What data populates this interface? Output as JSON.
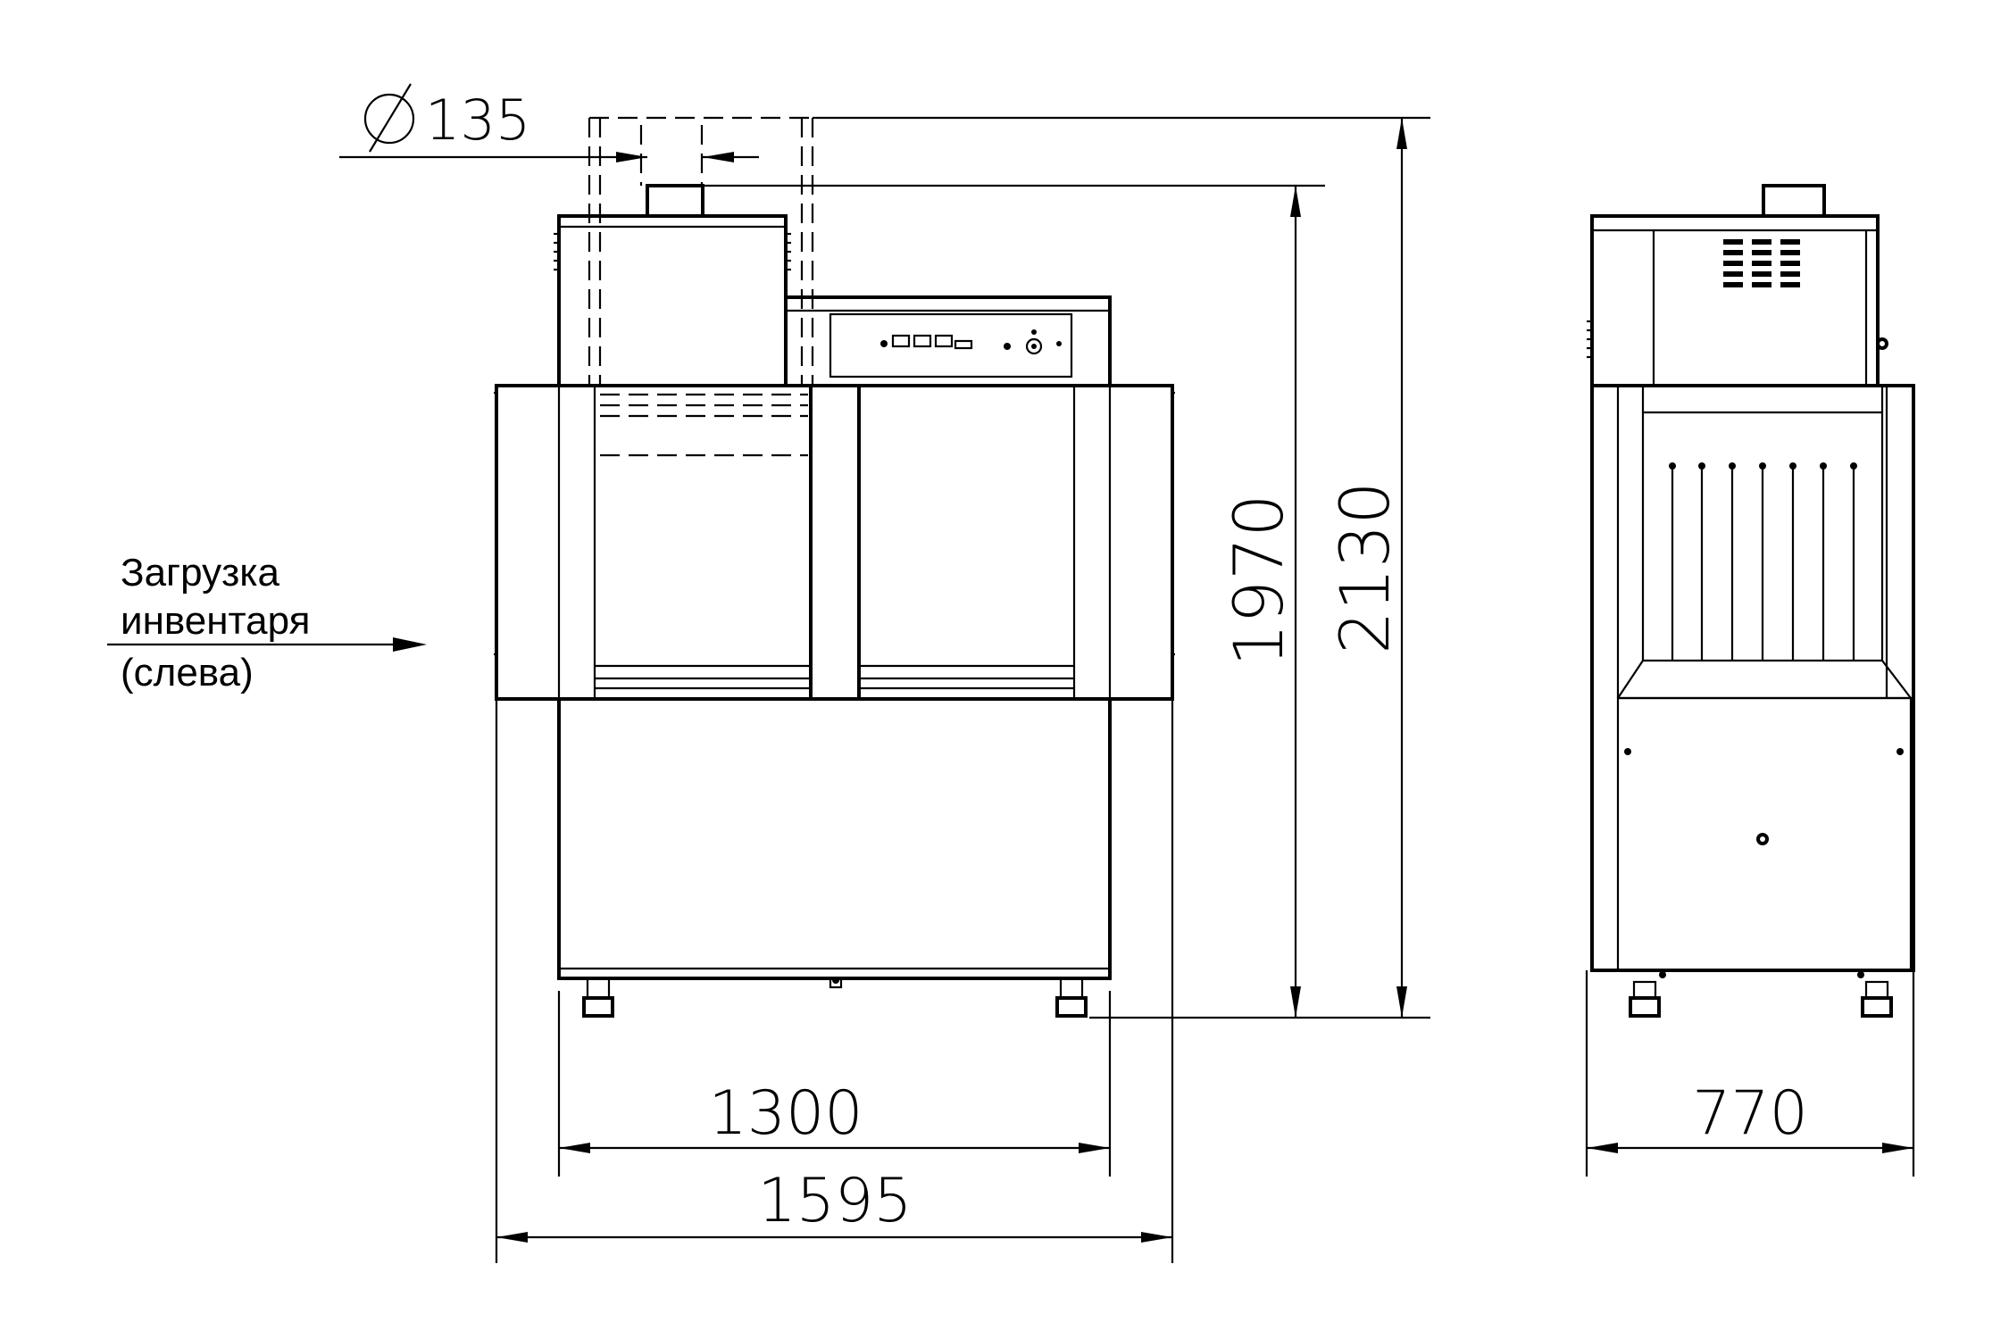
{
  "dimensions": {
    "flue_diameter": "135",
    "total_height": "2130",
    "body_height": "1970",
    "body_width": "1300",
    "overall_width": "1595",
    "depth": "770"
  },
  "diameter_symbol": "∅",
  "note": {
    "lines": [
      "Загрузка",
      "инвентаря",
      "(слева)"
    ]
  }
}
